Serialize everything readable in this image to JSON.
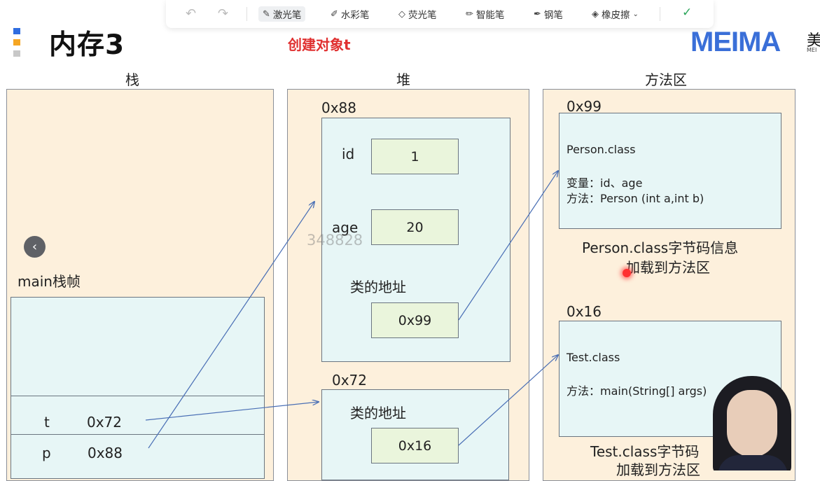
{
  "toolbar": {
    "laser": "激光笔",
    "watercolor": "水彩笔",
    "highlighter": "荧光笔",
    "smart_pen": "智能笔",
    "pen": "钢笔",
    "eraser": "橡皮擦"
  },
  "slide": {
    "title": "内存3",
    "subtitle": "创建对象t",
    "logo": "MEIMA",
    "logo_mei": "美",
    "logo_sub": "MEI",
    "watermark": "348828"
  },
  "columns": {
    "stack": "栈",
    "heap": "堆",
    "method_area": "方法区"
  },
  "stack": {
    "frame_label": "main栈帧",
    "vars": [
      {
        "name": "t",
        "value": "0x72"
      },
      {
        "name": "p",
        "value": "0x88"
      }
    ]
  },
  "heap": {
    "obj1": {
      "address": "0x88",
      "fields": [
        {
          "name": "id",
          "value": "1"
        },
        {
          "name": "age",
          "value": "20"
        }
      ],
      "class_addr_label": "类的地址",
      "class_addr": "0x99"
    },
    "obj2": {
      "address": "0x72",
      "class_addr_label": "类的地址",
      "class_addr": "0x16"
    }
  },
  "method_area": {
    "class1": {
      "address": "0x99",
      "name": "Person.class",
      "vars": "变量：id、age",
      "methods": "方法：Person (int a,int b)",
      "caption_line1": "Person.class字节码信息",
      "caption_line2": "加载到方法区"
    },
    "class2": {
      "address": "0x16",
      "name": "Test.class",
      "methods": "方法：main(String[] args)",
      "caption_line1": "Test.class字节码",
      "caption_line2": "加载到方法区"
    }
  },
  "colors": {
    "panel_bg": "#fdf0dc",
    "object_bg": "#e7f6f6",
    "cell_bg": "#eaf5dc",
    "arrow": "#4a6fb5",
    "accent_red": "#e03030",
    "logo_blue": "#3a6fd8"
  }
}
